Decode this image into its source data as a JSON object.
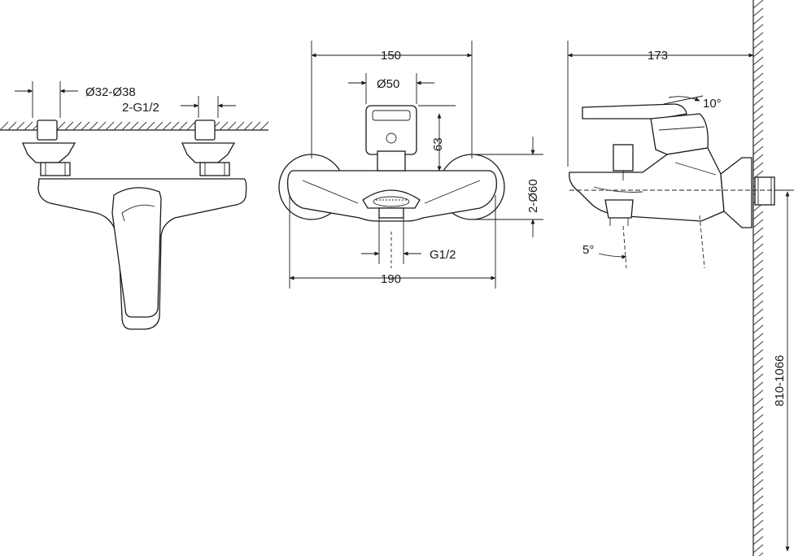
{
  "front_view": {
    "dim_flange": "Ø32-Ø38",
    "dim_thread": "2-G1/2"
  },
  "center_view": {
    "dim_width_top": "150",
    "dim_spout_dia": "Ø50",
    "dim_height": "63",
    "dim_cover_dia": "2-Ø60",
    "dim_outlet": "G1/2",
    "dim_width_bottom": "190"
  },
  "side_view": {
    "dim_depth": "173",
    "angle_handle": "10°",
    "angle_spout": "5°",
    "dim_install_height": "810-1066"
  }
}
